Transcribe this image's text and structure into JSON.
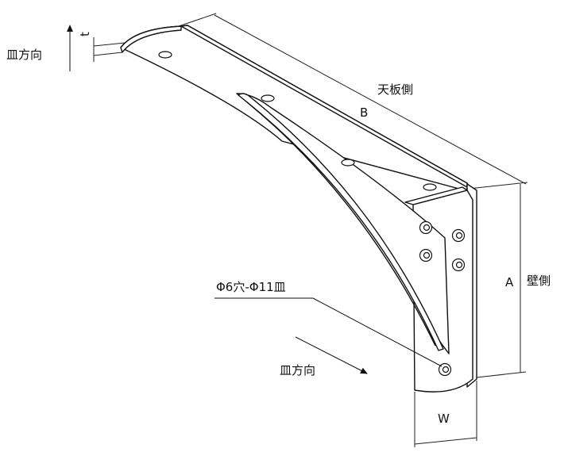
{
  "labels": {
    "sara_direction_top": "皿方向",
    "thickness": "t",
    "top_board_side": "天板側",
    "dim_b": "B",
    "dim_a": "A",
    "wall_side": "壁側",
    "hole_spec": "Φ6穴-Φ11皿",
    "sara_direction_bottom": "皿方向",
    "dim_w": "W"
  }
}
